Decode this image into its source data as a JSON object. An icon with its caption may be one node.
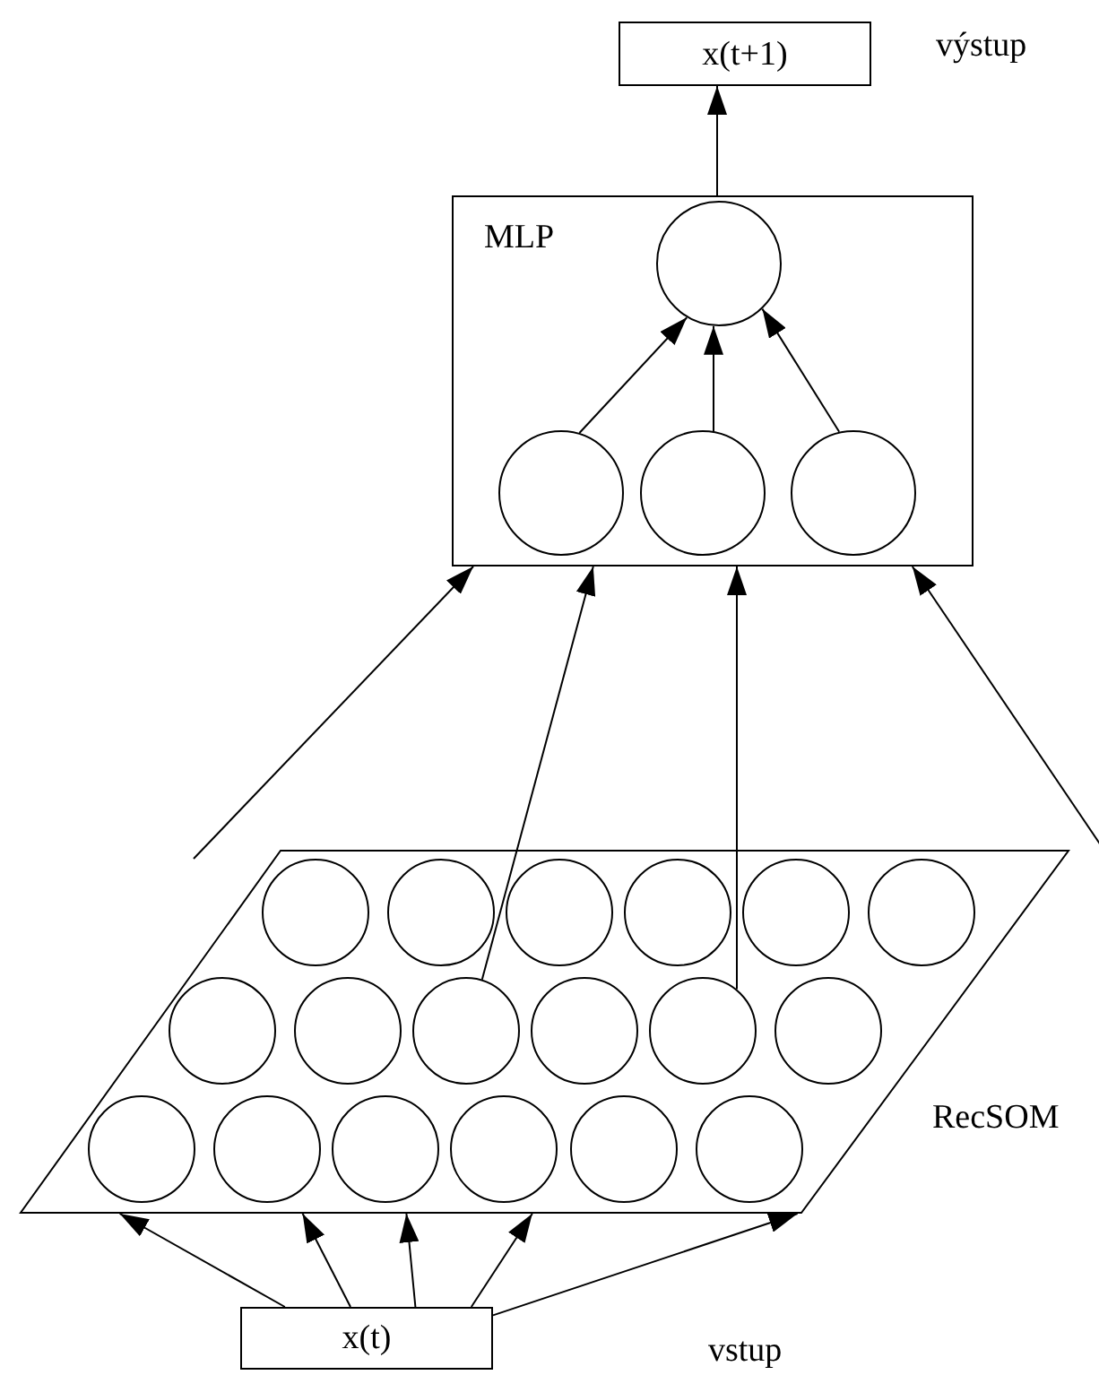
{
  "diagram": {
    "nodes": [
      {
        "text": [
          "x(t+1)"
        ],
        "beside": [
          "výstup"
        ]
      },
      {
        "text": [
          "MLP"
        ]
      },
      {
        "text": [],
        "shape": "circle",
        "in": 1
      },
      {
        "text": [],
        "shape": "circle",
        "in": 1
      },
      {
        "text": [],
        "shape": "circle",
        "in": 1
      },
      {
        "text": [],
        "shape": "circle",
        "in": 1
      },
      {
        "text": [],
        "shape": "parallelogram",
        "beside": [
          "RecSOM"
        ]
      },
      {
        "text": [],
        "shape": "circle",
        "in": 6
      },
      {
        "text": [],
        "shape": "circle",
        "in": 6
      },
      {
        "text": [],
        "shape": "circle",
        "in": 6
      },
      {
        "text": [],
        "shape": "circle",
        "in": 6
      },
      {
        "text": [],
        "shape": "circle",
        "in": 6
      },
      {
        "text": [],
        "shape": "circle",
        "in": 6
      },
      {
        "text": [],
        "shape": "circle",
        "in": 6
      },
      {
        "text": [],
        "shape": "circle",
        "in": 6
      },
      {
        "text": [],
        "shape": "circle",
        "in": 6
      },
      {
        "text": [],
        "shape": "circle",
        "in": 6
      },
      {
        "text": [],
        "shape": "circle",
        "in": 6
      },
      {
        "text": [],
        "shape": "circle",
        "in": 6
      },
      {
        "text": [],
        "shape": "circle",
        "in": 6
      },
      {
        "text": [],
        "shape": "circle",
        "in": 6
      },
      {
        "text": [],
        "shape": "circle",
        "in": 6
      },
      {
        "text": [],
        "shape": "circle",
        "in": 6
      },
      {
        "text": [],
        "shape": "circle",
        "in": 6
      },
      {
        "text": [],
        "shape": "circle",
        "in": 6
      },
      {
        "text": [
          "x(t)"
        ]
      }
    ],
    "labels": [
      "vstup"
    ],
    "edges": [
      {
        "from": 1,
        "to": 0,
        "arrow": "to"
      },
      {
        "from": 3,
        "to": 2,
        "arrow": "to"
      },
      {
        "from": 4,
        "to": 2,
        "arrow": "to"
      },
      {
        "from": 5,
        "to": 2,
        "arrow": "to"
      },
      {
        "from": null,
        "to": 1,
        "arrow": "to"
      },
      {
        "from": 15,
        "to": 1,
        "arrow": "to"
      },
      {
        "from": 17,
        "to": 1,
        "arrow": "to"
      },
      {
        "from": null,
        "to": 1,
        "arrow": "to"
      },
      {
        "from": 25,
        "to": 6,
        "arrow": "to"
      },
      {
        "from": 25,
        "to": 6,
        "arrow": "to"
      },
      {
        "from": 25,
        "to": 6,
        "arrow": "to"
      },
      {
        "from": 25,
        "to": 6,
        "arrow": "to"
      },
      {
        "from": 25,
        "to": 6,
        "arrow": "to"
      }
    ]
  }
}
